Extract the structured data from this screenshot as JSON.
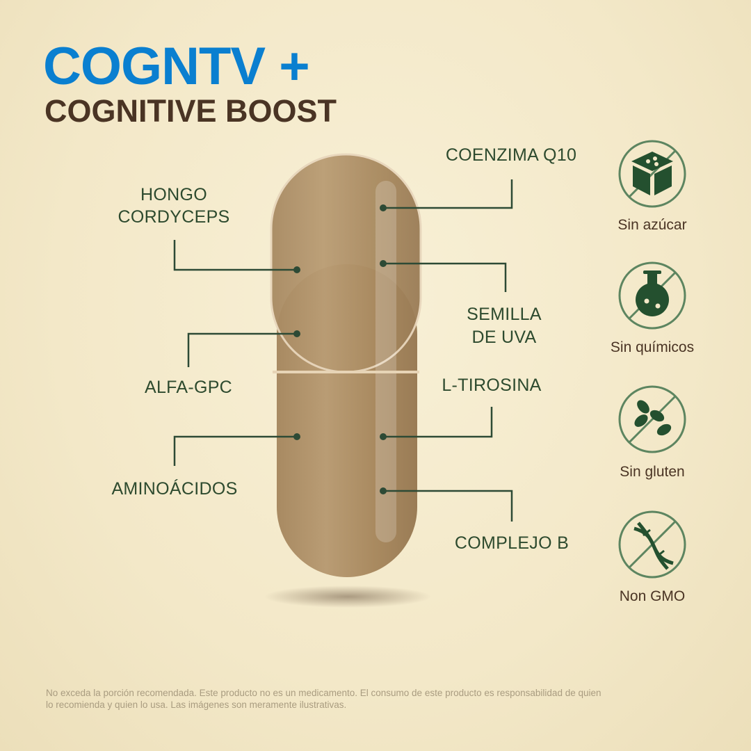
{
  "header": {
    "title": "COGNTV +",
    "subtitle": "COGNITIVE BOOST"
  },
  "ingredients": {
    "coenzima": "COENZIMA Q10",
    "hongo": [
      "HONGO",
      "CORDYCEPS"
    ],
    "semilla": [
      "SEMILLA",
      "DE UVA"
    ],
    "alfa": "ALFA-GPC",
    "tirosina": "L-TIROSINA",
    "amino": "AMINOÁCIDOS",
    "complejo": "COMPLEJO B"
  },
  "badges": [
    {
      "label": "Sin azúcar",
      "icon": "sugar-cube-icon"
    },
    {
      "label": "Sin químicos",
      "icon": "flask-icon"
    },
    {
      "label": "Sin gluten",
      "icon": "wheat-icon"
    },
    {
      "label": "Non GMO",
      "icon": "dna-icon"
    }
  ],
  "disclaimer": "No exceda la porción recomendada. Este producto no es un medicamento. El consumo de este producto es responsabilidad de quien lo recomienda y quien lo usa. Las imágenes son meramente ilustrativas.",
  "colors": {
    "title": "#0a7fd0",
    "subtitle": "#4a3424",
    "label": "#2d4a2e",
    "icon": "#24502f"
  }
}
